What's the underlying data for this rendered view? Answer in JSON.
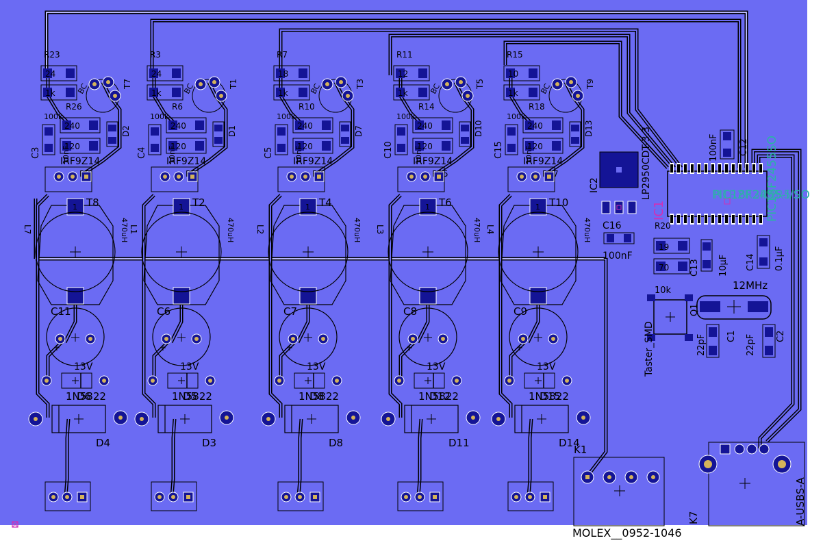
{
  "colors": {
    "background": "#6b6bf3",
    "outside": "#ffffff",
    "trace": "#ffffff",
    "pad": "#141496",
    "silk": "#000000",
    "ic_label": "#d02fb6",
    "mcu_label": "#2ab4a5"
  },
  "channels": [
    {
      "r_top": "R23",
      "r_top_val": "24",
      "r_mid_val": "1k",
      "r_low": "R26",
      "r_100k": "100k",
      "r_240": "240",
      "r_120": "120",
      "d_small": "D2",
      "trans_small": "T7",
      "cap": "C3",
      "cap_val": "10nF",
      "mos_label": "IRF9Z14",
      "r_gate": "R5",
      "power_t": "T8",
      "inductor": "L7",
      "ind_val": "470uH",
      "elco": "C11",
      "zener_val": "13V",
      "diode_part": "1N5822",
      "d_ref": "D6",
      "d_big": "D4"
    },
    {
      "r_top": "R3",
      "r_top_val": "24",
      "r_mid_val": "1k",
      "r_low": "R6",
      "r_100k": "100k",
      "r_240": "240",
      "r_120": "120",
      "d_small": "D1",
      "trans_small": "T1",
      "cap": "C4",
      "cap_val": "10nF",
      "mos_label": "IRF9Z14",
      "r_gate": "R5",
      "power_t": "T2",
      "inductor": "L1",
      "ind_val": "470uH",
      "elco": "C6",
      "zener_val": "13V",
      "diode_part": "1N5822",
      "d_ref": "D5",
      "d_big": "D3"
    },
    {
      "r_top": "R7",
      "r_top_val": "18",
      "r_mid_val": "1k",
      "r_low": "R10",
      "r_100k": "100k",
      "r_240": "240",
      "r_120": "120",
      "d_small": "D7",
      "trans_small": "T3",
      "cap": "C5",
      "cap_val": "10nF",
      "mos_label": "IRF9Z14",
      "r_gate": "R9",
      "power_t": "T4",
      "inductor": "L2",
      "ind_val": "470uH",
      "elco": "C7",
      "zener_val": "13V",
      "diode_part": "1N5822",
      "d_ref": "D8",
      "d_big": "D8"
    },
    {
      "r_top": "R11",
      "r_top_val": "12",
      "r_mid_val": "1k",
      "r_low": "R14",
      "r_100k": "100k",
      "r_240": "240",
      "r_120": "120",
      "d_small": "D10",
      "trans_small": "T5",
      "cap": "C10",
      "cap_val": "10nF",
      "mos_label": "IRF9Z14",
      "r_gate": "R15",
      "power_t": "T6",
      "inductor": "L3",
      "ind_val": "470uH",
      "elco": "C8",
      "zener_val": "13V",
      "diode_part": "1N5822",
      "d_ref": "D12",
      "d_big": "D11"
    },
    {
      "r_top": "R15",
      "r_top_val": "10",
      "r_mid_val": "1k",
      "r_low": "R18",
      "r_100k": "100k",
      "r_240": "240",
      "r_120": "120",
      "d_small": "D13",
      "trans_small": "T9",
      "cap": "C15",
      "cap_val": "10nF",
      "mos_label": "IRF9Z14",
      "r_gate": "R17",
      "power_t": "T10",
      "inductor": "L4",
      "ind_val": "470uH",
      "elco": "C9",
      "zener_val": "13V",
      "diode_part": "1N5822",
      "d_ref": "D15",
      "d_big": "D14"
    }
  ],
  "bc_label": "BC",
  "regulator": {
    "ref": "IC2",
    "part": "LP2950CDT-3.3",
    "cap": "C16",
    "cap_val": "100nF"
  },
  "mcu": {
    "ref": "IC1",
    "part": "PIC18F2455SO",
    "overlap": "PIC18F2455-I/SO",
    "overlay_labels": "R1R2R3R4R5"
  },
  "passives": {
    "c12": "C12",
    "c12_val": "100nF",
    "r20": "R20",
    "r19": "19",
    "r70": "70",
    "c13": "C13",
    "c13_val": "10µF",
    "c14": "C14",
    "c14_val": "0.1µF",
    "crystal": "12MHz",
    "q1": "Q1",
    "c1": "C1",
    "c1_val": "22pF",
    "c2": "C2",
    "c2_val": "22pF",
    "r10k": "10k",
    "taster": "Taster_SMD"
  },
  "connectors": {
    "k1": "K1",
    "molex": "MOLEX__0952-1046",
    "k7": "K7",
    "usb": "A-USBS-A"
  }
}
